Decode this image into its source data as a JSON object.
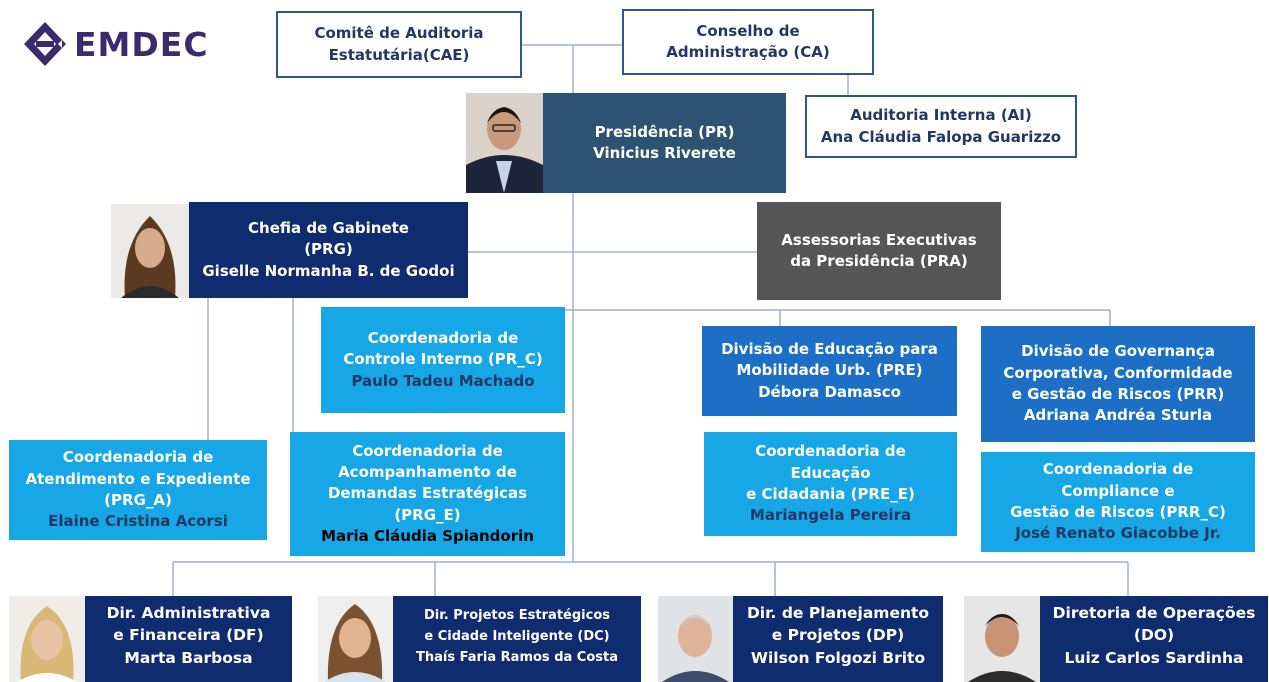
{
  "logo": {
    "text": "EMDEC",
    "icon": "emdec-diamond-logo",
    "color": "#3b2a6e"
  },
  "colors": {
    "navy": "#0f2d6e",
    "steel": "#2d5272",
    "grey": "#555555",
    "blue": "#1c6fc4",
    "cyan": "#17a7e6",
    "outline": "#2f5597"
  },
  "boxes": {
    "cae": {
      "line1": "Comitê de Auditoria",
      "line2": "Estatutária(CAE)"
    },
    "ca": {
      "line1": "Conselho de",
      "line2": "Administração (CA)"
    },
    "ai": {
      "line1": "Auditoria Interna (AI)",
      "line2": "Ana Cláudia Falopa Guarizzo"
    },
    "pr": {
      "line1": "Presidência (PR)",
      "line2": "Vinicius Riverete"
    },
    "prg": {
      "line1": "Chefia de Gabinete",
      "line2": "(PRG)",
      "line3": "Giselle Normanha B. de Godoi"
    },
    "pra": {
      "line1": "Assessorias Executivas",
      "line2": "da Presidência (PRA)"
    },
    "prc": {
      "line1": "Coordenadoria de",
      "line2": "Controle Interno (PR_C)",
      "person": "Paulo Tadeu Machado"
    },
    "pre": {
      "line1": "Divisão de Educação para",
      "line2": "Mobilidade Urb. (PRE)",
      "person": "Débora Damasco"
    },
    "prr": {
      "line1": "Divisão de Governança",
      "line2": "Corporativa, Conformidade",
      "line3": "e Gestão de Riscos (PRR)",
      "person": "Adriana Andréa Sturla"
    },
    "prga": {
      "line1": "Coordenadoria de",
      "line2": "Atendimento e Expediente",
      "line3": "(PRG_A)",
      "person": "Elaine Cristina Acorsi"
    },
    "prge": {
      "line1": "Coordenadoria de",
      "line2": "Acompanhamento de",
      "line3": "Demandas Estratégicas",
      "line4": "(PRG_E)",
      "person": "Maria Cláudia Spiandorin"
    },
    "pree": {
      "line1": "Coordenadoria de",
      "line2": "Educação",
      "line3": "e Cidadania (PRE_E)",
      "person": "Mariangela Pereira"
    },
    "prrc": {
      "line1": "Coordenadoria  de",
      "line2": "Compliance e",
      "line3": "Gestão de Riscos (PRR_C)",
      "person": "José Renato Giacobbe Jr."
    },
    "df": {
      "line1": "Dir. Administrativa",
      "line2": "e Financeira (DF)",
      "person": "Marta Barbosa"
    },
    "dc": {
      "line1": "Dir. Projetos Estratégicos",
      "line2": "e Cidade Inteligente (DC)",
      "person": "Thaís Faria Ramos da Costa"
    },
    "dp": {
      "line1": "Dir. de Planejamento",
      "line2": "e Projetos (DP)",
      "person": "Wilson Folgozi Brito"
    },
    "do": {
      "line1": "Diretoria de Operações",
      "line2": "(DO)",
      "person": "Luiz Carlos Sardinha"
    }
  }
}
